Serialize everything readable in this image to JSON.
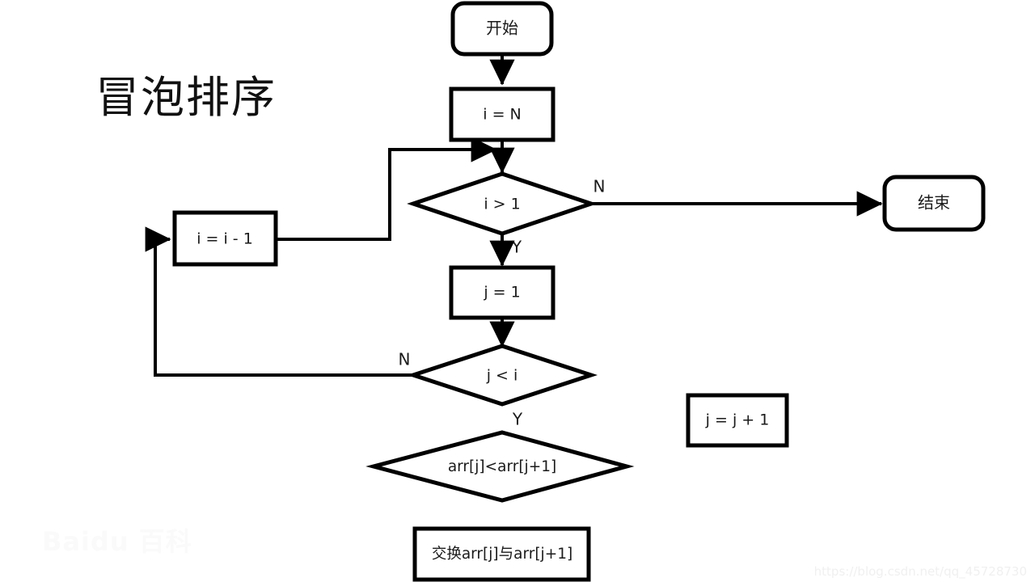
{
  "diagram": {
    "title": "冒泡排序",
    "type": "flowchart",
    "background_color": "#ffffff",
    "line_color": "#000000",
    "text_color": "#1a1a1a"
  },
  "nodes": [
    {
      "id": "start",
      "shape": "terminal",
      "label": "开始"
    },
    {
      "id": "i_init",
      "shape": "process",
      "label": "i = N"
    },
    {
      "id": "i_cond",
      "shape": "decision",
      "label": "i > 1"
    },
    {
      "id": "end",
      "shape": "terminal",
      "label": "结束"
    },
    {
      "id": "i_dec",
      "shape": "process",
      "label": "i = i - 1"
    },
    {
      "id": "j_init",
      "shape": "process",
      "label": "j = 1"
    },
    {
      "id": "j_cond",
      "shape": "decision",
      "label": "j < i"
    },
    {
      "id": "cmp",
      "shape": "decision",
      "label": "arr[j]<arr[j+1]"
    },
    {
      "id": "j_inc",
      "shape": "process",
      "label": "j = j + 1"
    },
    {
      "id": "swap",
      "shape": "process",
      "label": "交换arr[j]与arr[j+1]"
    }
  ],
  "branch_labels": {
    "i_cond_no": "N",
    "i_cond_yes": "Y",
    "j_cond_no": "N",
    "j_cond_yes": "Y"
  },
  "edges": [
    {
      "from": "start",
      "to": "i_init",
      "label": ""
    },
    {
      "from": "i_init",
      "to": "i_cond",
      "label": ""
    },
    {
      "from": "i_cond",
      "to": "end",
      "label": "N"
    },
    {
      "from": "i_cond",
      "to": "j_init",
      "label": "Y"
    },
    {
      "from": "j_init",
      "to": "j_cond",
      "label": ""
    },
    {
      "from": "j_cond",
      "to": "i_dec",
      "label": "N"
    },
    {
      "from": "i_dec",
      "to": "i_cond",
      "label": ""
    },
    {
      "from": "j_cond",
      "to": "cmp",
      "label": "Y"
    },
    {
      "from": "cmp",
      "to": "j_inc",
      "label": ""
    },
    {
      "from": "cmp",
      "to": "swap",
      "label": ""
    },
    {
      "from": "swap",
      "to": "j_inc",
      "label": ""
    },
    {
      "from": "j_inc",
      "to": "j_cond",
      "label": ""
    }
  ],
  "watermarks": {
    "csdn": "https://blog.csdn.net/qq_45728730",
    "baidu": "Baidu 百科"
  }
}
